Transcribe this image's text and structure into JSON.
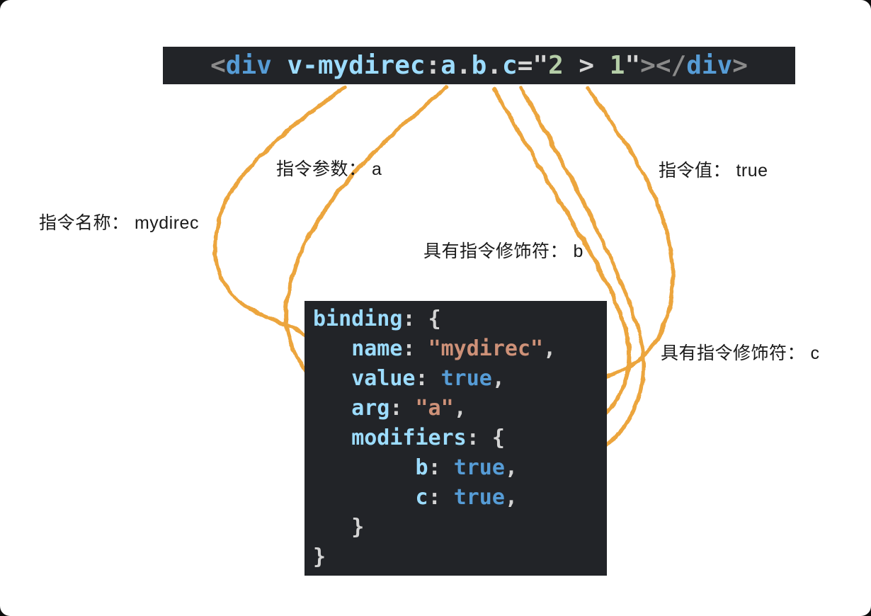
{
  "colors": {
    "code_bg": "#222428",
    "arrow": "#ECA53E",
    "gray_punct": "#8a8a8a",
    "light_punct": "#d4d4d4",
    "tag_blue": "#569cd6",
    "attr_blue": "#9cdcfe",
    "num_green": "#b5cea8",
    "str_salmon": "#ce9178",
    "label_text": "#1a1a1a"
  },
  "top_code": {
    "full_text": "<div v-mydirec:a.b.c=\"2 > 1\"></div>",
    "tokens": [
      {
        "t": "<",
        "c": "gray"
      },
      {
        "t": "div",
        "c": "tag"
      },
      {
        "t": " ",
        "c": "punct"
      },
      {
        "t": "v-mydirec",
        "c": "attr"
      },
      {
        "t": ":",
        "c": "punct"
      },
      {
        "t": "a",
        "c": "attr"
      },
      {
        "t": ".",
        "c": "punct"
      },
      {
        "t": "b",
        "c": "attr"
      },
      {
        "t": ".",
        "c": "punct"
      },
      {
        "t": "c",
        "c": "attr"
      },
      {
        "t": "=",
        "c": "punct"
      },
      {
        "t": "\"",
        "c": "punct"
      },
      {
        "t": "2",
        "c": "num"
      },
      {
        "t": " > ",
        "c": "punct"
      },
      {
        "t": "1",
        "c": "num"
      },
      {
        "t": "\"",
        "c": "punct"
      },
      {
        "t": ">",
        "c": "gray"
      },
      {
        "t": "</",
        "c": "gray"
      },
      {
        "t": "div",
        "c": "tag"
      },
      {
        "t": ">",
        "c": "gray"
      }
    ]
  },
  "labels": {
    "arg": "指令参数： a",
    "value": "指令值： true",
    "name": "指令名称： mydirec",
    "modifier_b": "具有指令修饰符： b",
    "modifier_c": "具有指令修饰符： c"
  },
  "binding_code": {
    "full_text": "binding: { name: \"mydirec\", value: true, arg: \"a\", modifiers: { b: true, c: true, } }",
    "lines": [
      [
        {
          "t": "binding",
          "c": "key"
        },
        {
          "t": ": ",
          "c": "punct"
        },
        {
          "t": "{",
          "c": "punct"
        }
      ],
      [
        {
          "t": "   ",
          "c": "punct"
        },
        {
          "t": "name",
          "c": "key"
        },
        {
          "t": ": ",
          "c": "punct"
        },
        {
          "t": "\"mydirec\"",
          "c": "str"
        },
        {
          "t": ",",
          "c": "punct"
        }
      ],
      [
        {
          "t": "   ",
          "c": "punct"
        },
        {
          "t": "value",
          "c": "key"
        },
        {
          "t": ": ",
          "c": "punct"
        },
        {
          "t": "true",
          "c": "kw"
        },
        {
          "t": ",",
          "c": "punct"
        }
      ],
      [
        {
          "t": "   ",
          "c": "punct"
        },
        {
          "t": "arg",
          "c": "key"
        },
        {
          "t": ": ",
          "c": "punct"
        },
        {
          "t": "\"a\"",
          "c": "str"
        },
        {
          "t": ",",
          "c": "punct"
        }
      ],
      [
        {
          "t": "   ",
          "c": "punct"
        },
        {
          "t": "modifiers",
          "c": "key"
        },
        {
          "t": ": ",
          "c": "punct"
        },
        {
          "t": "{",
          "c": "punct"
        }
      ],
      [
        {
          "t": "        ",
          "c": "punct"
        },
        {
          "t": "b",
          "c": "key"
        },
        {
          "t": ": ",
          "c": "punct"
        },
        {
          "t": "true",
          "c": "kw"
        },
        {
          "t": ",",
          "c": "punct"
        }
      ],
      [
        {
          "t": "        ",
          "c": "punct"
        },
        {
          "t": "c",
          "c": "key"
        },
        {
          "t": ": ",
          "c": "punct"
        },
        {
          "t": "true",
          "c": "kw"
        },
        {
          "t": ",",
          "c": "punct"
        }
      ],
      [
        {
          "t": "   ",
          "c": "punct"
        },
        {
          "t": "}",
          "c": "punct"
        }
      ],
      [
        {
          "t": "}",
          "c": "punct"
        }
      ]
    ]
  },
  "arrows": [
    {
      "name": "arrow-directive-name",
      "from": "v-mydirec",
      "to": "name: \"mydirec\""
    },
    {
      "name": "arrow-directive-arg",
      "from": ":a",
      "to": "arg: \"a\""
    },
    {
      "name": "arrow-modifier-b",
      "from": ".b",
      "to": "b: true"
    },
    {
      "name": "arrow-modifier-c",
      "from": ".c",
      "to": "c: true"
    },
    {
      "name": "arrow-directive-value",
      "from": "\"2 > 1\"",
      "to": "value: true"
    }
  ]
}
